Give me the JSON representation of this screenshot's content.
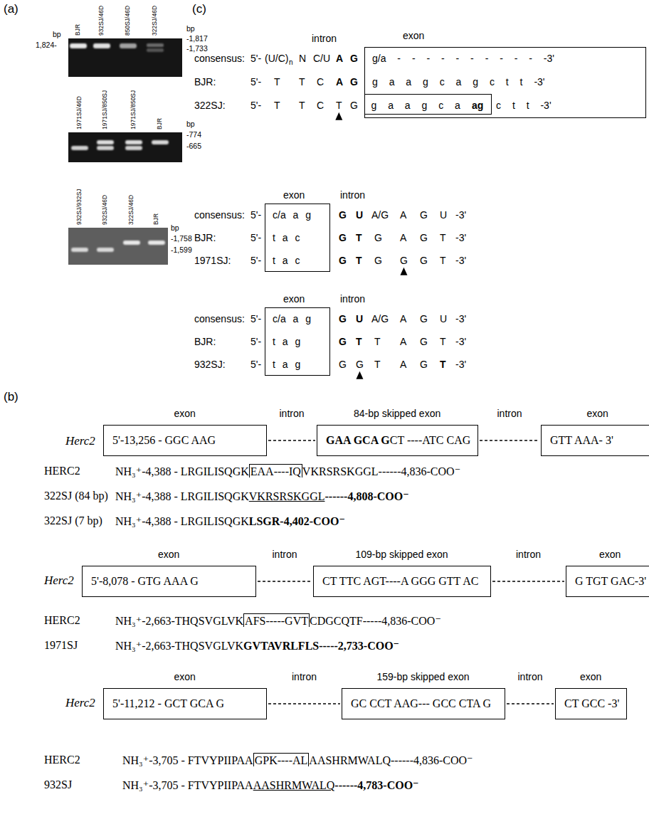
{
  "diagram": {
    "nodes": [
      {
        "text": [
          "g/a - - - - - - - - - - -3'",
          "g a a g c a g c t t -3'",
          "c t t -3'"
        ]
      },
      {
        "text": [
          "g a a g c a",
          "ag"
        ],
        "in": 0
      },
      {
        "text": [
          "c/a a g",
          "t a c",
          "t a c"
        ]
      },
      {
        "text": [
          "c/a a g",
          "t a g",
          "t a g"
        ]
      },
      {
        "text": [
          "exon",
          "5'-13,256 - GGC AAG"
        ]
      },
      {
        "text": [
          "84-bp skipped exon",
          "GAA GCA G",
          "CT ----ATC CAG"
        ]
      },
      {
        "text": [
          "exon",
          "GTT AAA- 3'"
        ]
      },
      {
        "text": [
          "exon",
          "5'-8,078 - GTG AAA G"
        ]
      },
      {
        "text": [
          "109-bp skipped exon",
          "CT TTC AGT----A GGG GTT AC"
        ]
      },
      {
        "text": [
          "exon",
          "G TGT GAC-3'"
        ]
      },
      {
        "text": [
          "exon",
          "5'-11,212 - GCT GCA G"
        ]
      },
      {
        "text": [
          "159-bp skipped exon",
          "GC CCT AAG--- GCC CTA G"
        ]
      },
      {
        "text": [
          "exon",
          "CT GCC -3'"
        ]
      }
    ],
    "edges": [
      {
        "from": 4,
        "to": 5,
        "arrow": "none",
        "label": "intron"
      },
      {
        "from": 5,
        "to": 6,
        "arrow": "none",
        "label": "intron"
      },
      {
        "from": 7,
        "to": 8,
        "arrow": "none",
        "label": "intron"
      },
      {
        "from": 8,
        "to": 9,
        "arrow": "none",
        "label": "intron"
      },
      {
        "from": 10,
        "to": 11,
        "arrow": "none",
        "label": "intron"
      },
      {
        "from": 11,
        "to": 12,
        "arrow": "none",
        "label": "intron"
      }
    ],
    "labels": [
      "(a)",
      "BJR",
      "932SJ/46D",
      "850SJ/46D",
      "322SJ/46D",
      "bp",
      "1,824-",
      "bp",
      "-1,817",
      "-1,733",
      "1971SJ/46D",
      "1971SJ/850SJ",
      "1971SJ/850SJ",
      "BJR",
      "bp",
      "-774",
      "-665",
      "932SJ/932SJ",
      "932SJ/46D",
      "322SJ/46D",
      "BJR",
      "bp",
      "-1,758",
      "-1,599",
      "(c)",
      "intron",
      "exon",
      "consensus:",
      "5'-",
      "(U/C)",
      "n",
      "N",
      "C/U",
      "A",
      "G",
      "BJR:",
      "5'-",
      "T",
      "T",
      "C",
      "A",
      "G",
      "322SJ:",
      "5'-",
      "T",
      "T",
      "C",
      "T",
      "G",
      "exon",
      "intron",
      "consensus:",
      "5'-",
      "G",
      "U",
      "A/G",
      "A",
      "G",
      "U",
      "-3'",
      "BJR:",
      "5'-",
      "G",
      "T",
      "G",
      "A",
      "G",
      "T",
      "-3'",
      "1971SJ:",
      "5'-",
      "G",
      "T",
      "G",
      "G",
      "G",
      "T",
      "-3'",
      "exon",
      "intron",
      "consensus:",
      "5'-",
      "G",
      "U",
      "A/G",
      "A",
      "G",
      "U",
      "-3'",
      "BJR:",
      "5'-",
      "G",
      "T",
      "T",
      "A",
      "G",
      "T",
      "-3'",
      "932SJ:",
      "5'-",
      "G",
      "G",
      "T",
      "A",
      "G",
      "T",
      "-3'",
      "(b)",
      "Herc2",
      "HERC2",
      "NH₃⁺-4,388 - LRGILISQGK",
      "EAA----IQ",
      "VKRSRSKGGL------4,836-COO⁻",
      "322SJ (84 bp)",
      "NH₃⁺-4,388 - LRGILISQGK",
      "VKRSRSKGGL",
      "------4,808-COO⁻",
      "322SJ (7 bp)",
      "NH₃⁺-4,388 - LRGILISQGK",
      "LSGR-4,402-COO⁻",
      "Herc2",
      "HERC2",
      "NH₃⁺-2,663-THQSVGLVK",
      "AFS-----GVT",
      "CDGCQTF-----4,836-COO⁻",
      "1971SJ",
      "NH₃⁺-2,663-THQSVGLVK",
      "GVTAVRLFLS-----2,733-COO⁻",
      "Herc2",
      "HERC2",
      "NH₃⁺-3,705 - FTVYPIIPAA",
      "GPK----AL",
      "AASHRMWALQ------4,836-COO⁻",
      "932SJ",
      "NH₃⁺-3,705 - FTVYPIIPAA",
      "AASHRMWALQ",
      "------4,783-COO⁻"
    ]
  }
}
